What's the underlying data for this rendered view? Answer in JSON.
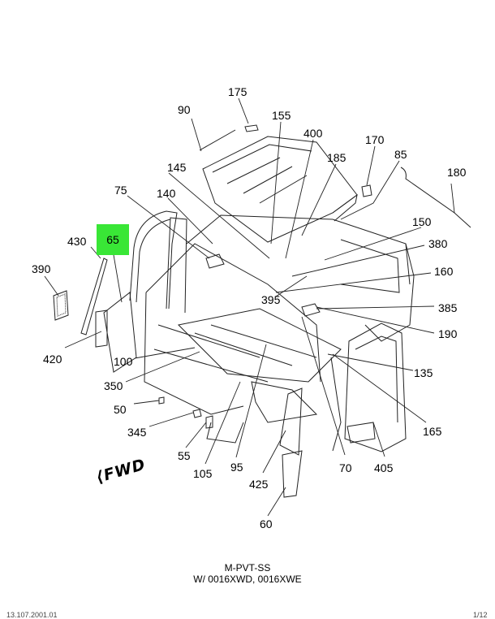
{
  "callouts": {
    "c175": "175",
    "c90": "90",
    "c155": "155",
    "c400": "400",
    "c170": "170",
    "c85": "85",
    "c185": "185",
    "c180": "180",
    "c145": "145",
    "c75": "75",
    "c140": "140",
    "c150": "150",
    "c430": "430",
    "c65": "65",
    "c380": "380",
    "c390": "390",
    "c160": "160",
    "c395": "395",
    "c385": "385",
    "c190": "190",
    "c420": "420",
    "c100": "100",
    "c135": "135",
    "c350": "350",
    "c50": "50",
    "c165": "165",
    "c345": "345",
    "c55": "55",
    "c105": "105",
    "c95": "95",
    "c70": "70",
    "c405": "405",
    "c425": "425",
    "c60": "60"
  },
  "highlight_color": "#39e636",
  "fwd_label": "FWD",
  "caption": {
    "line1": "M-PVT-SS",
    "line2": "W/ 0016XWD, 0016XWE"
  },
  "footer": {
    "left": "13.107.2001.01",
    "right": "1/12"
  }
}
